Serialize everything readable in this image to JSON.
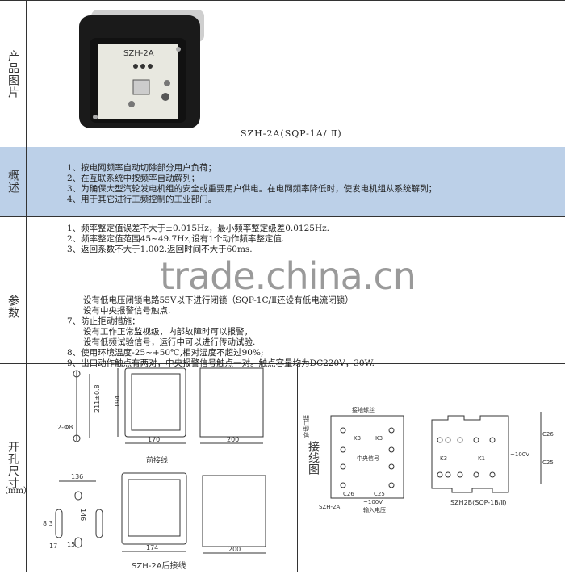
{
  "rows": {
    "product_image": {
      "label": "产品图片",
      "caption": "SZH-2A(SQP-1A/ Ⅱ)",
      "device_face_text": "SZH-2A"
    },
    "overview": {
      "label": "概述",
      "items": [
        "1、按电网频率自动切除部分用户负荷；",
        "2、在互联系统中按频率自动解列；",
        "3、为确保大型汽轮发电机组的安全或重要用户供电。在电网频率降低时，使发电机组从系统解列；",
        "4、用于其它进行工频控制的工业部门。"
      ]
    },
    "parameters": {
      "label": "参数",
      "items_top": [
        "1、频率整定值误差不大于±0.015Hz，最小频率整定级差0.0125Hz.",
        "2、频率整定值范围45~49.7Hz,设有1个动作频率整定值.",
        "3、返回系数不大于1.002.返回时间不大于60ms."
      ],
      "items_bottom": [
        "      设有低电压闭锁电路55V以下进行闭锁（SQP-1C/Ⅱ还设有低电流闭锁）",
        "      设有中央报警信号触点.",
        "7、防止拒动措施：",
        "      设有工作正常监视级，内部故障时可以报警，",
        "      设有低频试验信号，运行中可以进行传动试验.",
        "8、使用环境温度-25~+50℃,相对湿度不超过90%;",
        "9、出口动作触点有两对，中央报警信号触点一对。触点容量均为DC220V，30W."
      ],
      "watermark": "trade.china.cn"
    },
    "dimensions": {
      "label": "开孔尺寸",
      "unit": "（mm）",
      "wiring_label": "接线图",
      "dims": {
        "hole_spacing": "211±0.8",
        "holes": "2-Φ8",
        "height": "194",
        "front_width": "170",
        "depth": "200",
        "cut_width": "136",
        "cut_height": "146",
        "slot": "8.3",
        "w17": "17",
        "w15": "15",
        "rear_width": "174",
        "rear_depth": "200"
      },
      "front_caption": "前接线",
      "rear_caption": "SZH-2A后接线",
      "wiring": {
        "ground": "接地螺丝",
        "outlet": "穿墙口接",
        "central": "中央信号",
        "k3": "K3",
        "c26": "C26",
        "c25": "C25",
        "voltage": "~100V",
        "input": "输入电压",
        "model_a": "SZH-2A",
        "model_b": "SZH2B(SQP-1B/Ⅱ)",
        "k1": "K1",
        "v100": "~100V"
      }
    }
  }
}
